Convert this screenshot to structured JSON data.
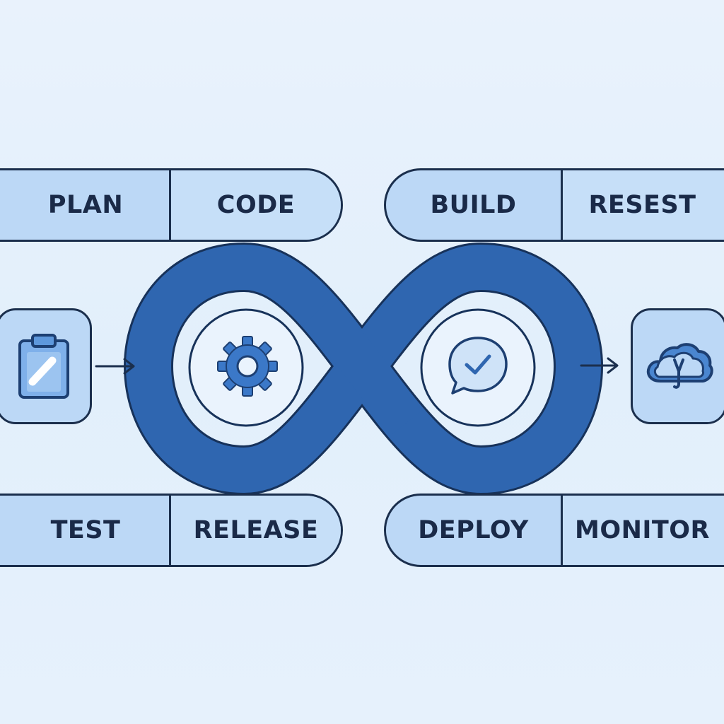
{
  "stages": {
    "top_left": [
      "PLAN",
      "CODE"
    ],
    "top_right": [
      "BUILD",
      "RESEST"
    ],
    "bottom_left": [
      "TEST",
      "RELEASE"
    ],
    "bottom_right": [
      "DEPLOY",
      "MONITOR"
    ]
  },
  "icons": {
    "left_box": "clipboard-icon",
    "loop_left": "gear-icon",
    "loop_right": "chat-check-icon",
    "right_box": "cloud-icon"
  },
  "colors": {
    "background": "#e6f1fc",
    "pill_fill": "#bcd8f6",
    "outline": "#1b2f4d",
    "loop": "#2f66b0",
    "icon_blue": "#3b78c8"
  }
}
